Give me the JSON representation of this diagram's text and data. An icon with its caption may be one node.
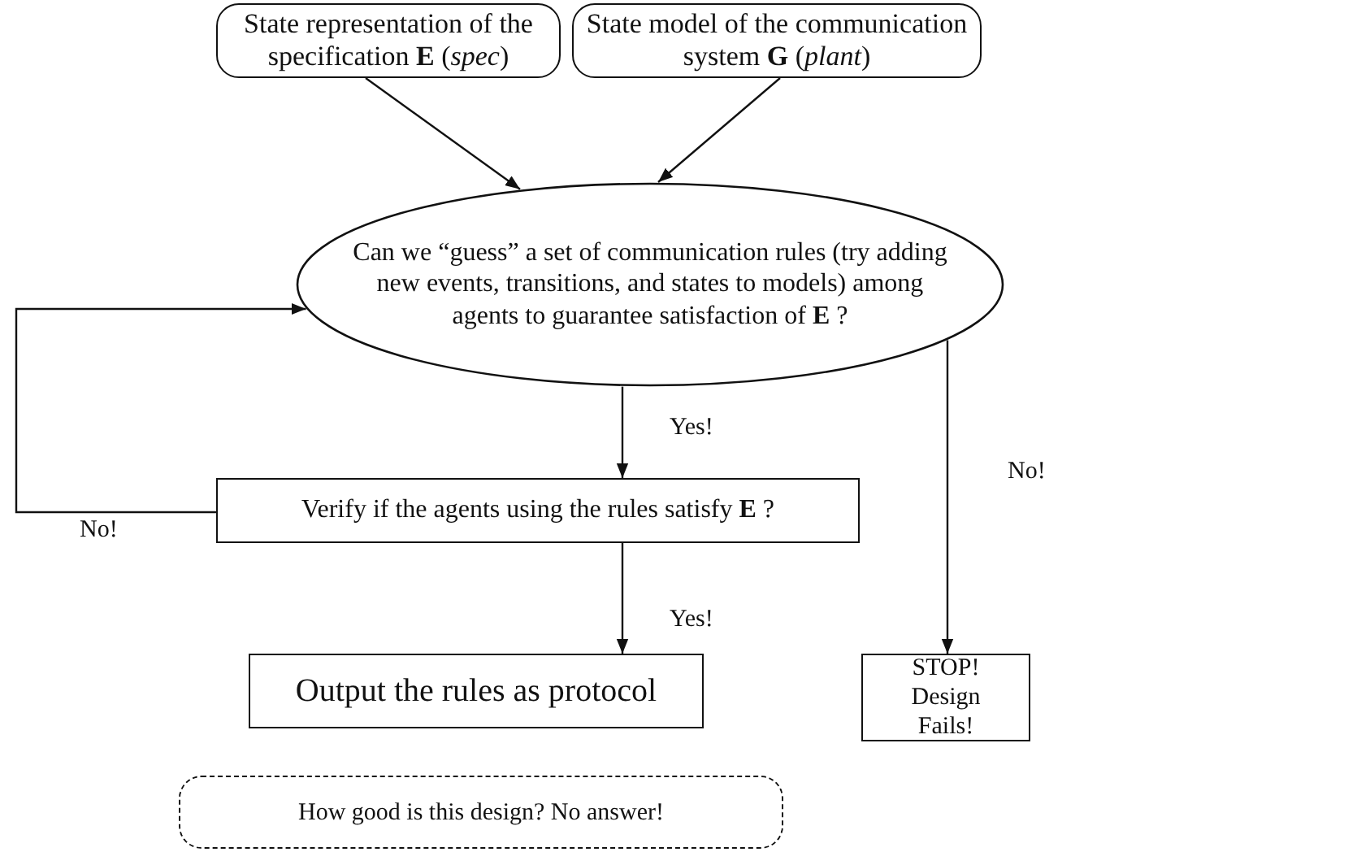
{
  "diagram": {
    "nodes": [
      {
        "text": [
          "State representation of the specification **E** (*spec*)"
        ]
      },
      {
        "text": [
          "State model of the communication system **G** (*plant*)"
        ]
      },
      {
        "text": [
          "Can we “guess” a set of communication rules (try adding new events, transitions, and states to models) among agents to guarantee satisfaction of **E** ?"
        ]
      },
      {
        "text": [
          "Verify if the agents using the rules satisfy **E** ?"
        ]
      },
      {
        "text": [
          "Output the rules as protocol"
        ]
      },
      {
        "text": [
          "STOP! Design Fails!"
        ]
      },
      {
        "text": [
          "How good is this design? No answer!"
        ]
      }
    ],
    "edges": [
      {
        "from": 0,
        "to": 2,
        "arrow": "to"
      },
      {
        "from": 1,
        "to": 2,
        "arrow": "to"
      },
      {
        "from": 2,
        "to": 3,
        "arrow": "to",
        "label": "Yes!"
      },
      {
        "from": 3,
        "to": 2,
        "arrow": "to",
        "label": "No!"
      },
      {
        "from": 3,
        "to": 4,
        "arrow": "to",
        "label": "Yes!"
      },
      {
        "from": 2,
        "to": 5,
        "arrow": "to",
        "label": "No!"
      }
    ]
  }
}
